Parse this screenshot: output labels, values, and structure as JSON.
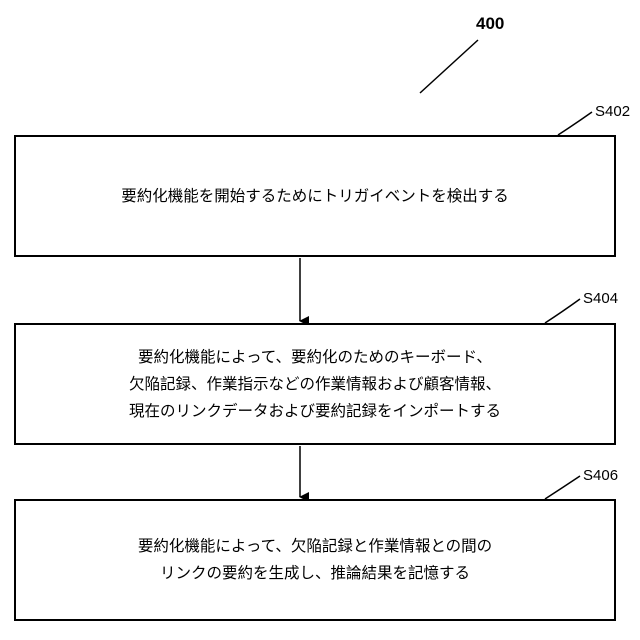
{
  "figure": {
    "number": "400"
  },
  "steps": [
    {
      "id": "S402",
      "lines": [
        "要約化機能を開始するためにトリガイベントを検出する"
      ]
    },
    {
      "id": "S404",
      "lines": [
        "要約化機能によって、要約化のためのキーボード、",
        "欠陥記録、作業指示などの作業情報および顧客情報、",
        "現在のリンクデータおよび要約記録をインポートする"
      ]
    },
    {
      "id": "S406",
      "lines": [
        "要約化機能によって、欠陥記録と作業情報との間の",
        "リンクの要約を生成し、推論結果を記憶する"
      ]
    }
  ],
  "chart_data": {}
}
